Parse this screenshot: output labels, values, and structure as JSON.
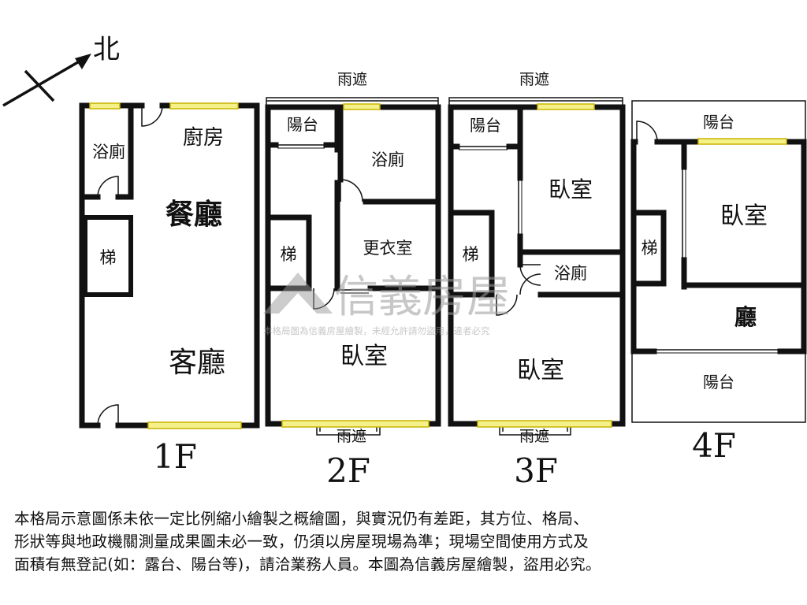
{
  "compass": {
    "north_label": "北"
  },
  "floors": {
    "f1": {
      "label": "1F",
      "rooms": {
        "bath": "浴廁",
        "kitchen": "廚房",
        "dining": "餐廳",
        "stairs": "梯",
        "living": "客廳"
      }
    },
    "f2": {
      "label": "2F",
      "rooms": {
        "canopy_top": "雨遮",
        "balcony": "陽台",
        "bath": "浴廁",
        "stairs": "梯",
        "closet": "更衣室",
        "bedroom": "臥室",
        "canopy_bottom": "雨遮"
      }
    },
    "f3": {
      "label": "3F",
      "rooms": {
        "canopy_top": "雨遮",
        "balcony": "陽台",
        "bedroom_top": "臥室",
        "stairs": "梯",
        "bath": "浴廁",
        "bedroom_bottom": "臥室",
        "canopy_bottom": "雨遮"
      }
    },
    "f4": {
      "label": "4F",
      "rooms": {
        "balcony_top": "陽台",
        "stairs": "梯",
        "bedroom": "臥室",
        "hall": "廳",
        "balcony_bottom": "陽台"
      }
    }
  },
  "watermark": {
    "brand": "信義房屋",
    "notice": "本格局圖為信義房屋繪製，未經允許請勿盜用，違者必究"
  },
  "disclaimer": {
    "line1": "本格局示意圖係未依一定比例縮小繪製之概繪圖，與實況仍有差距，其方位、格局、",
    "line2": "形狀等與地政機關測量成果圖未必一致，仍須以房屋現場為準；現場空間使用方式及",
    "line3": "面積有無登記(如：露台、陽台等)，請洽業務人員。本圖為信義房屋繪製，盜用必究。"
  },
  "colors": {
    "wall": "#111111",
    "window_fill": "#f4f08a",
    "window_line": "#c9b400",
    "watermark": "#9a9a9a"
  }
}
